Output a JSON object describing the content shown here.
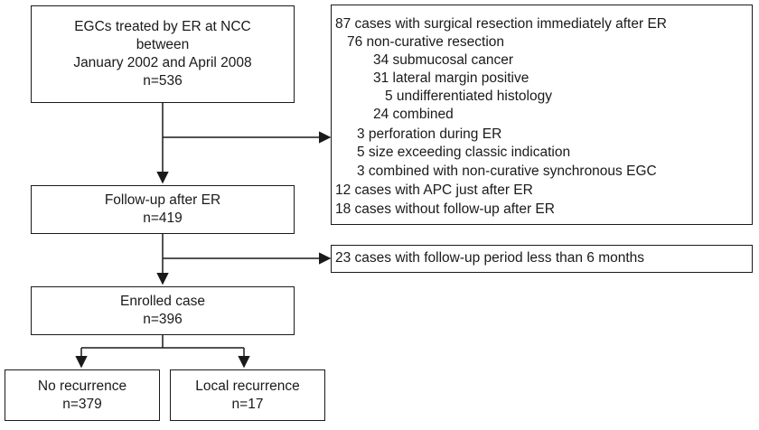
{
  "boxes": {
    "start": {
      "lines": [
        "EGCs treated by ER at NCC",
        "between",
        "January 2002 and April 2008",
        "n=536"
      ]
    },
    "followup": {
      "lines": [
        "Follow-up after ER",
        "n=419"
      ]
    },
    "enrolled": {
      "lines": [
        "Enrolled case",
        "n=396"
      ]
    },
    "no_recurrence": {
      "lines": [
        "No recurrence",
        "n=379"
      ]
    },
    "local_recurrence": {
      "lines": [
        "Local recurrence",
        "n=17"
      ]
    }
  },
  "exclusions": {
    "first": [
      "87 cases with surgical resection immediately after ER",
      "76 non-curative resection",
      "34 submucosal cancer",
      "31 lateral margin positive",
      "5 undifferentiated histology",
      "24 combined",
      "3 perforation during ER",
      "5 size exceeding classic indication",
      "3 combined with non-curative synchronous EGC",
      "12 cases with APC just after ER",
      "18 cases without follow-up after ER"
    ],
    "second": [
      "23 cases with follow-up period less than 6 months"
    ]
  }
}
